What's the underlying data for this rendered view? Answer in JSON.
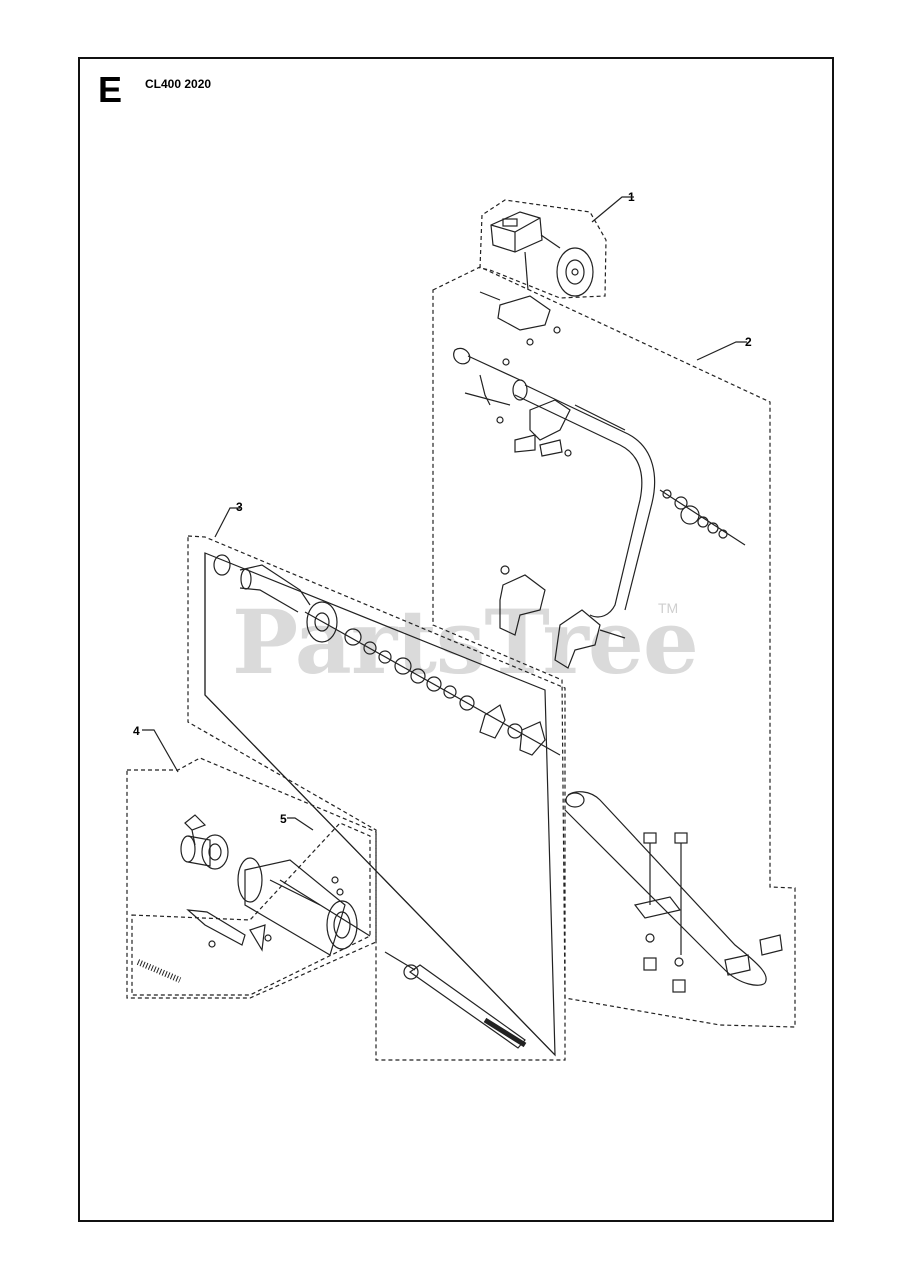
{
  "header": {
    "section_letter": "E",
    "model": "CL400 2020"
  },
  "watermark": {
    "text": "PartsTree",
    "tm": "TM"
  },
  "callouts": [
    "1",
    "2",
    "3",
    "4",
    "5"
  ],
  "colors": {
    "line": "#222222",
    "watermark": "#d6d6d6"
  }
}
